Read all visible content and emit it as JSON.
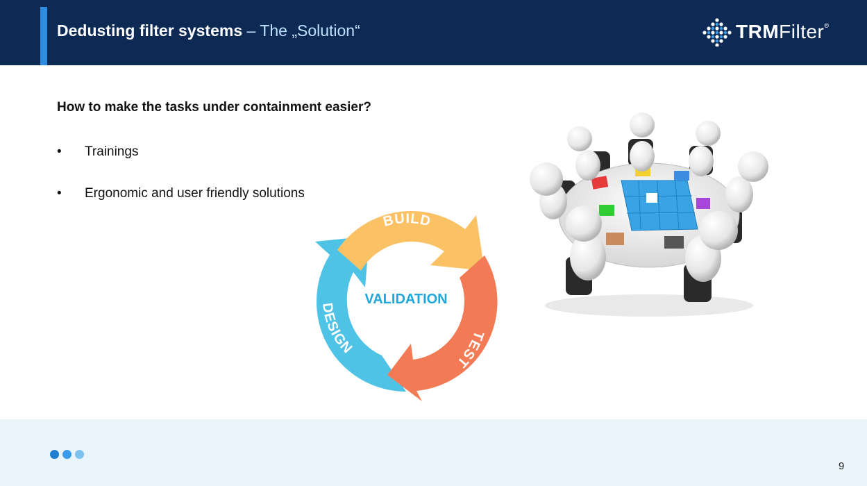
{
  "header": {
    "title_bold": "Dedusting filter systems",
    "title_rest": " – The „Solution“",
    "logo": {
      "brand_bold": "TRM",
      "brand_rest": "Filter",
      "registered": "®"
    }
  },
  "content": {
    "question": "How to make the tasks under containment easier?",
    "bullet_char": "•",
    "bullets": [
      "Trainings",
      "Ergonomic and user friendly solutions"
    ]
  },
  "cycle": {
    "center": "VALIDATION",
    "segments": [
      "BUILD",
      "TEST",
      "DESIGN"
    ],
    "colors": {
      "build": "#fbc265",
      "test": "#f27b56",
      "design": "#4fc3e6",
      "center_text": "#1ea7dc"
    }
  },
  "footer": {
    "page_number": "9"
  },
  "colors": {
    "header_bg": "#0d2a54",
    "accent": "#2e8de0",
    "footer_bg": "#eaf5fb"
  }
}
